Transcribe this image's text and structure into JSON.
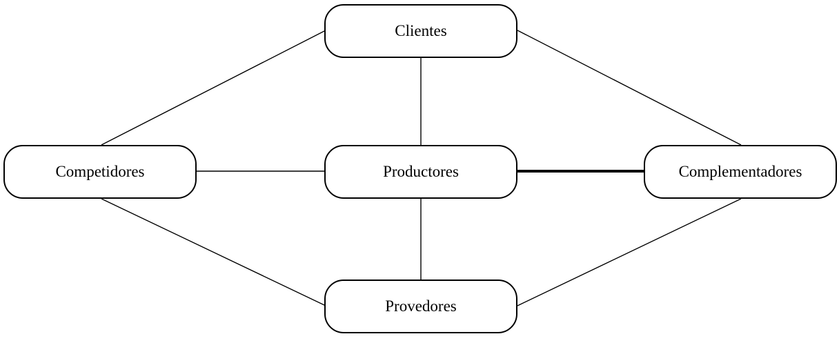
{
  "nodes": {
    "clientes": "Clientes",
    "competidores": "Competidores",
    "productores": "Productores",
    "complementadores": "Complementadores",
    "provedores": "Provedores"
  },
  "colors": {
    "line": "#000000",
    "node_border": "#000000",
    "background": "#ffffff"
  }
}
